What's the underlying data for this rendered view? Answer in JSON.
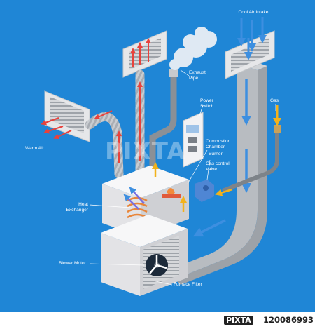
{
  "labels": {
    "cool_air_intake": "Cool Air Intake",
    "exhaust_pipe": "Exhaust\nPipe",
    "power_switch": "Power\nSwitch",
    "gas": "Gas",
    "warm_air": "Warm Air",
    "combustion_chamber": "Combustion\nChamber",
    "burner": "Burner",
    "gas_control_valve": "Gas control\nValve",
    "heat_exchanger": "Heat\nExchanger",
    "blower_motor": "Blower Motor",
    "furnace_filter": "Furnace Filter"
  },
  "watermark": "PIXTA",
  "footer": {
    "brand": "PIXTA",
    "image_id": "120086993"
  },
  "colors": {
    "background": "#1f86d6",
    "duct": "#b8bcc1",
    "unit": "#eeedef",
    "warm_arrow": "#e8423c",
    "cool_arrow": "#3d8fe0",
    "gas_arrow": "#f2b21c"
  }
}
